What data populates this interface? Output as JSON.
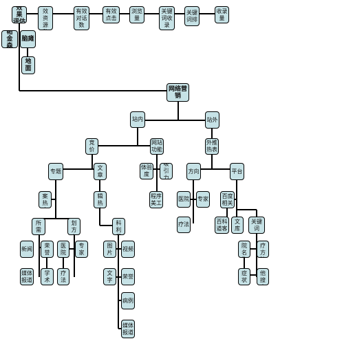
{
  "nodes": [
    {
      "id": "eval",
      "label": "效 果\n评估",
      "bold": true
    },
    {
      "id": "eff_src",
      "label": "有 效\n资 源\n数"
    },
    {
      "id": "eff_dialog",
      "label": "有效\n对话数"
    },
    {
      "id": "eff_click",
      "label": "有效\n点击"
    },
    {
      "id": "view",
      "label": "浏览\n量"
    },
    {
      "id": "kw_rec",
      "label": "关键\n词收录"
    },
    {
      "id": "kw_rank",
      "label": "关键\n词排"
    },
    {
      "id": "index_vol",
      "label": "收录\n量"
    },
    {
      "id": "baijin",
      "label": "帕 金\n森",
      "bold": true
    },
    {
      "id": "naotan",
      "label": "脑瘫",
      "bold": true
    },
    {
      "id": "dixian",
      "label": "地面",
      "bold": true
    },
    {
      "id": "root",
      "label": "网络营销",
      "bold": true
    },
    {
      "id": "onsite",
      "label": "站内"
    },
    {
      "id": "offsite",
      "label": "站外"
    },
    {
      "id": "bid",
      "label": "竞价"
    },
    {
      "id": "sitefunc",
      "label": "网站\n功能"
    },
    {
      "id": "outpush",
      "label": "外推\n热表"
    },
    {
      "id": "topic",
      "label": "专题"
    },
    {
      "id": "article",
      "label": "文章"
    },
    {
      "id": "experience",
      "label": "体验\n度"
    },
    {
      "id": "attract",
      "label": "吸引\n力"
    },
    {
      "id": "direction",
      "label": "方向"
    },
    {
      "id": "platform",
      "label": "平台"
    },
    {
      "id": "copy_hot",
      "label": "文案\n热表"
    },
    {
      "id": "edit_hot",
      "label": "编辑\n热表"
    },
    {
      "id": "program",
      "label": "程序\n美工"
    },
    {
      "id": "hospital1",
      "label": "医院"
    },
    {
      "id": "expert1",
      "label": "专家"
    },
    {
      "id": "baidu_rel",
      "label": "百度\n相关"
    },
    {
      "id": "demand",
      "label": "所\n需"
    },
    {
      "id": "plan_dir",
      "label": "策划\n方向"
    },
    {
      "id": "material",
      "label": "材料\n利用"
    },
    {
      "id": "therapy1",
      "label": "疗法"
    },
    {
      "id": "baike",
      "label": "百科\n道客"
    },
    {
      "id": "library",
      "label": "文库"
    },
    {
      "id": "keyword",
      "label": "关键词"
    },
    {
      "id": "news",
      "label": "新闻"
    },
    {
      "id": "honor",
      "label": "荣誉"
    },
    {
      "id": "hospital2",
      "label": "医院"
    },
    {
      "id": "expert2",
      "label": "专家"
    },
    {
      "id": "picture",
      "label": "图片"
    },
    {
      "id": "video",
      "label": "视频"
    },
    {
      "id": "hosp_name",
      "label": "医院\n名称"
    },
    {
      "id": "treat_method",
      "label": "治疗\n方法"
    },
    {
      "id": "media_report1",
      "label": "媒体\n报道"
    },
    {
      "id": "academic",
      "label": "学术"
    },
    {
      "id": "therapy2",
      "label": "疗法"
    },
    {
      "id": "text",
      "label": "文字"
    },
    {
      "id": "honor2",
      "label": "荣誉"
    },
    {
      "id": "symptom",
      "label": "症状"
    },
    {
      "id": "other_search",
      "label": "其他\n搜索"
    },
    {
      "id": "case",
      "label": "病例"
    },
    {
      "id": "media_report2",
      "label": "媒体\n报道"
    }
  ]
}
